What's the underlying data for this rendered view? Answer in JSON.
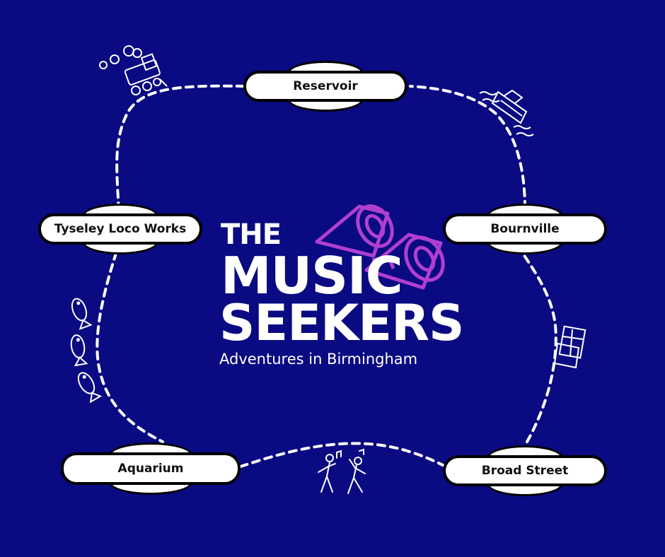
{
  "title": {
    "line1": "THE",
    "line2": "MUSIC",
    "line3": "SEEKERS",
    "subtitle": "Adventures in Birmingham"
  },
  "stations": [
    {
      "id": "reservoir",
      "label": "Reservoir"
    },
    {
      "id": "tyseley",
      "label": "Tyseley Loco Works"
    },
    {
      "id": "bournville",
      "label": "Bournville"
    },
    {
      "id": "aquarium",
      "label": "Aquarium"
    },
    {
      "id": "broad-street",
      "label": "Broad Street"
    }
  ],
  "icons": {
    "train": "train-icon",
    "boat": "boat-icon",
    "fish": "fish-icon",
    "chocolate": "chocolate-bar-icon",
    "dancers": "dancers-icon",
    "binoculars": "binoculars-icon"
  },
  "colors": {
    "background": "#0a0a82",
    "route": "#ffffff",
    "accent": "#b03fd0"
  }
}
